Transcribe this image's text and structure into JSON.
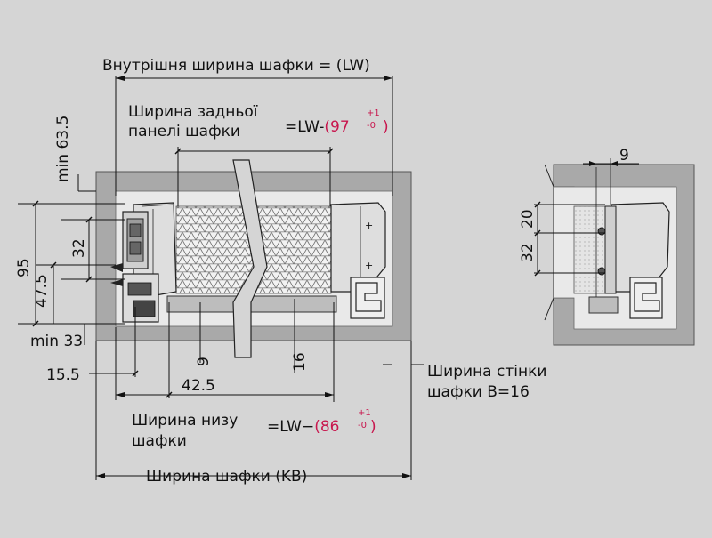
{
  "labels": {
    "inner_width": "Внутрішня ширина шафки = (LW)",
    "back_panel_line1": "Ширина задньої",
    "back_panel_line2": "панелі шафки",
    "back_formula_prefix": "=LW-(97",
    "back_tol_plus": "+1",
    "back_tol_minus": "-0",
    "back_formula_suffix": ")",
    "bottom_line1": "Ширина низу",
    "bottom_line2": "шафки",
    "bottom_formula_prefix": "=LW−(86",
    "bottom_tol_plus": "+1",
    "bottom_tol_minus": "-0",
    "bottom_formula_suffix": ")",
    "wall_line1": "Ширина стінки",
    "wall_line2": "шафки B=16",
    "cabinet_width": "Ширина шафки (KB)"
  },
  "dimensions": {
    "min_63_5": "min 63.5",
    "d95": "95",
    "d47_5": "47.5",
    "d32": "32",
    "min_33": "min 33",
    "d15_5": "15.5",
    "d42_5": "42.5",
    "d9": "9",
    "d16": "16",
    "side_9": "9",
    "side_32": "32",
    "side_20": "20"
  },
  "colors": {
    "background": "#d5d5d5",
    "cabinet": "#a9a9a9",
    "interior": "#e9e9e9",
    "line": "#111111",
    "accent": "#c8174e"
  }
}
